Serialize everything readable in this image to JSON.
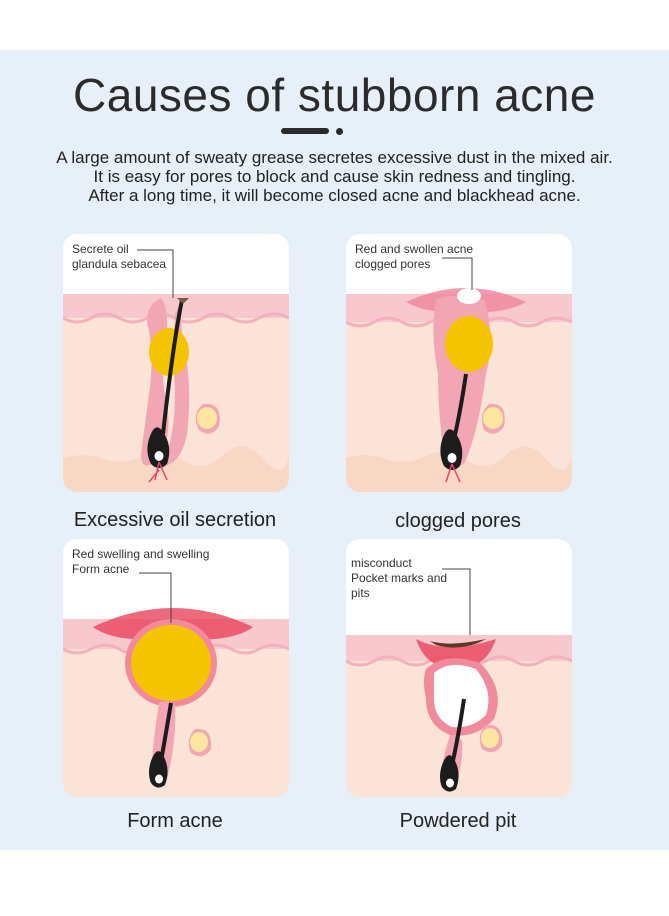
{
  "title": "Causes of stubborn acne",
  "intro": [
    "A large amount of sweaty grease secretes excessive dust in the mixed air.",
    "It is easy for pores to block and cause skin redness and tingling.",
    "After a long time, it will become closed acne and blackhead acne."
  ],
  "stages": [
    {
      "caption": "Excessive oil secretion",
      "note": [
        "Secrete oil",
        "glandula sebacea"
      ]
    },
    {
      "caption": "clogged pores",
      "note": [
        "Red and swollen acne",
        "clogged pores"
      ]
    },
    {
      "caption": "Form acne",
      "note": [
        "Red swelling and swelling",
        "Form acne"
      ]
    },
    {
      "caption": "Powdered pit",
      "note": [
        "misconduct",
        "Pocket marks and",
        "pits"
      ]
    }
  ],
  "colors": {
    "panel": "#e7eff8",
    "skin_top": "#f7c9cf",
    "dermis": "#fbe3d8",
    "subcutis": "#f8d7c5",
    "follicle": "#f2a5b2",
    "sebum": "#f5c400",
    "inflammation": "#e9445b",
    "hair": "#1c1c1c"
  }
}
